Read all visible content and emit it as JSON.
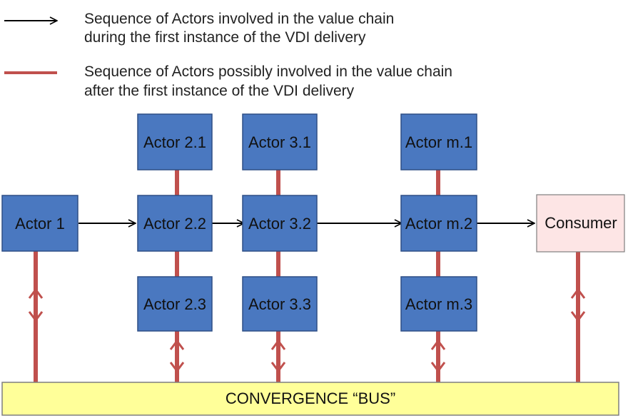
{
  "legend": {
    "black_line": [
      "Sequence of Actors involved in the value chain",
      "during the first instance of the VDI delivery"
    ],
    "red_line": [
      "Sequence of Actors possibly involved in the value chain",
      "after the first instance of the VDI delivery"
    ]
  },
  "actors": {
    "a1": "Actor 1",
    "a21": "Actor 2.1",
    "a22": "Actor 2.2",
    "a23": "Actor 2.3",
    "a31": "Actor 3.1",
    "a32": "Actor 3.2",
    "a33": "Actor 3.3",
    "am1": "Actor m.1",
    "am2": "Actor m.2",
    "am3": "Actor m.3",
    "consumer": "Consumer"
  },
  "bus": {
    "label": "CONVERGENCE “BUS”"
  },
  "colors": {
    "actor_fill": "#4a78c0",
    "actor_border": "#2e4f86",
    "consumer_fill": "#fde5e5",
    "bus_fill": "#ffff99",
    "red_line": "#c0504d",
    "black_line": "#000000"
  }
}
